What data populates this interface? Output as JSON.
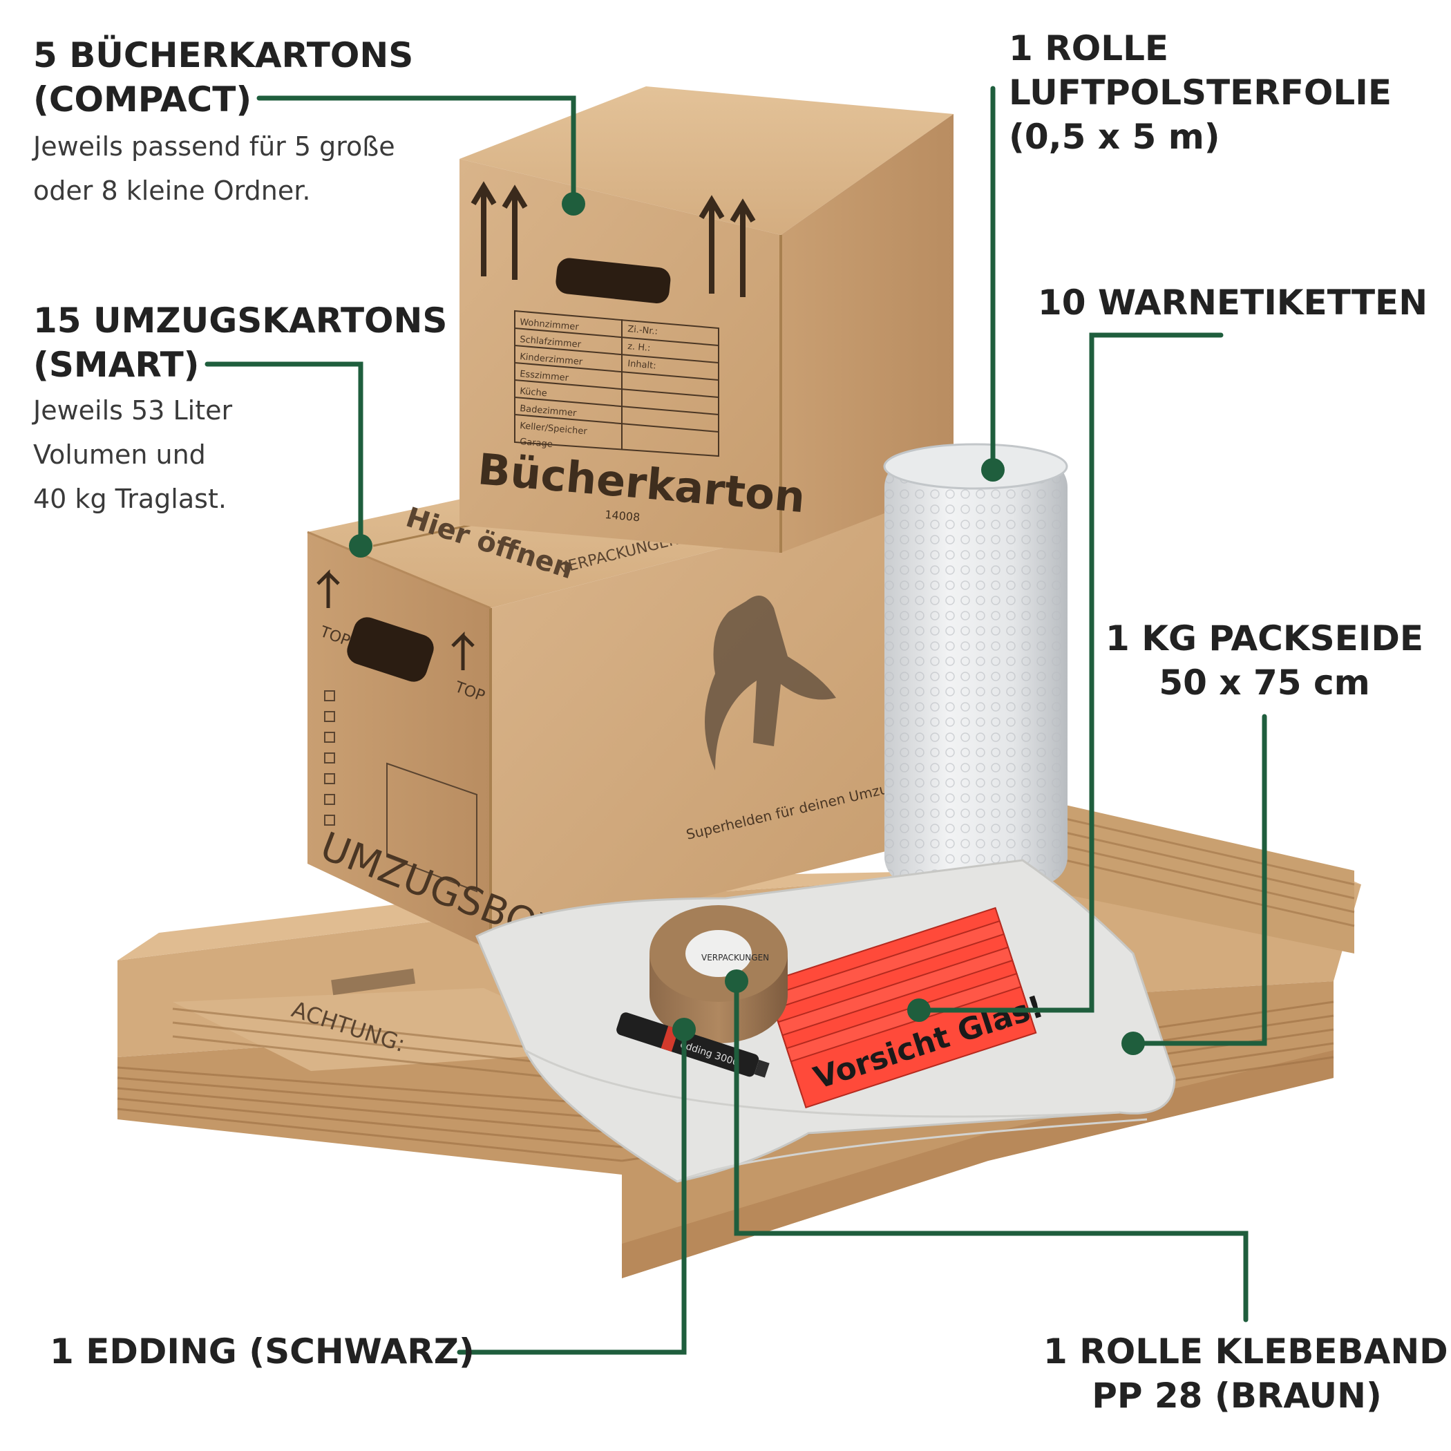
{
  "accent_color": "#1f5e3d",
  "labels": {
    "books": {
      "title": [
        "5 BÜCHERKARTONS",
        "(COMPACT)"
      ],
      "description": [
        "Jeweils passend für 5 große",
        "oder 8 kleine Ordner."
      ]
    },
    "moving": {
      "title": [
        "15 UMZUGSKARTONS",
        "(SMART)"
      ],
      "description": [
        "Jeweils 53 Liter",
        "Volumen und",
        "40 kg Traglast."
      ]
    },
    "bubble": {
      "title": [
        "1 ROLLE",
        "LUFTPOLSTERFOLIE",
        "(0,5 x 5 m)"
      ]
    },
    "warning": {
      "title": [
        "10 WARNETIKETTEN"
      ]
    },
    "tissue": {
      "title": [
        "1 KG PACKSEIDE",
        "50 x 75 cm"
      ]
    },
    "marker": {
      "title": [
        "1 EDDING (SCHWARZ)"
      ]
    },
    "tape": {
      "title": [
        "1 ROLLE KLEBEBAND",
        "PP 28 (BRAUN)"
      ]
    }
  },
  "product_print": {
    "book_box_title": "Bücherkarton",
    "book_box_number": "14008",
    "book_box_rooms": [
      "Wohnzimmer",
      "Schlafzimmer",
      "Kinderzimmer",
      "Esszimmer",
      "Küche",
      "Badezimmer",
      "Keller/Speicher",
      "Garage"
    ],
    "book_box_fields": [
      "Zi.-Nr.:",
      "z. H.:",
      "Inhalt:"
    ],
    "top_arrow_label": "TOP",
    "moving_box_title": "UMZUGSBOX",
    "moving_box_slogan": "Superhelden für deinen Umzug.",
    "moving_box_open": "Hier öffnen",
    "moving_box_brand": "VERPACKUNGEN",
    "flat_box_print": "ACHTUNG:",
    "warning_label_text": "Vorsicht Glas!",
    "marker_print": "edding 3000",
    "tape_print": "VERPACKUNGEN"
  }
}
